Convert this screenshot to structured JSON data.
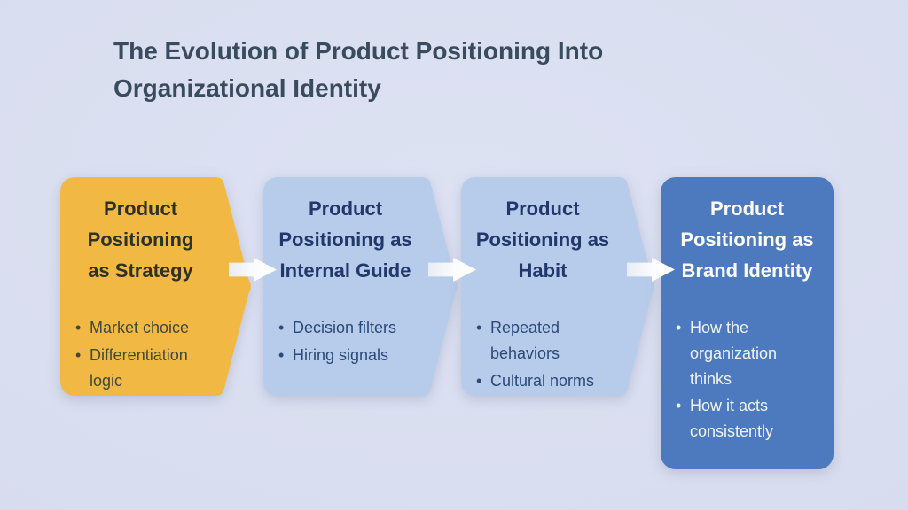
{
  "title": "The Evolution of Product Positioning Into Organizational Identity",
  "steps": [
    {
      "title": "Product Positioning as Strategy",
      "bullets": [
        "Market choice",
        "Differentiation logic"
      ]
    },
    {
      "title": "Product Positioning as Internal Guide",
      "bullets": [
        "Decision filters",
        "Hiring signals"
      ]
    },
    {
      "title": "Product Positioning as Habit",
      "bullets": [
        "Repeated behaviors",
        "Cultural norms"
      ]
    },
    {
      "title": "Product Positioning as Brand Identity",
      "bullets": [
        "How the organization thinks",
        "How it acts consistently"
      ]
    }
  ],
  "colors": {
    "background": "#d8ddef",
    "title_text": "#3a4b5e",
    "step1_bg": "#f2b844",
    "step1_heading": "#2b3324",
    "step23_bg": "#b7cbea",
    "step23_heading": "#20386a",
    "step4_bg": "#4d7abf",
    "step4_text": "#ffffff",
    "arrow": "#f7fafd"
  }
}
